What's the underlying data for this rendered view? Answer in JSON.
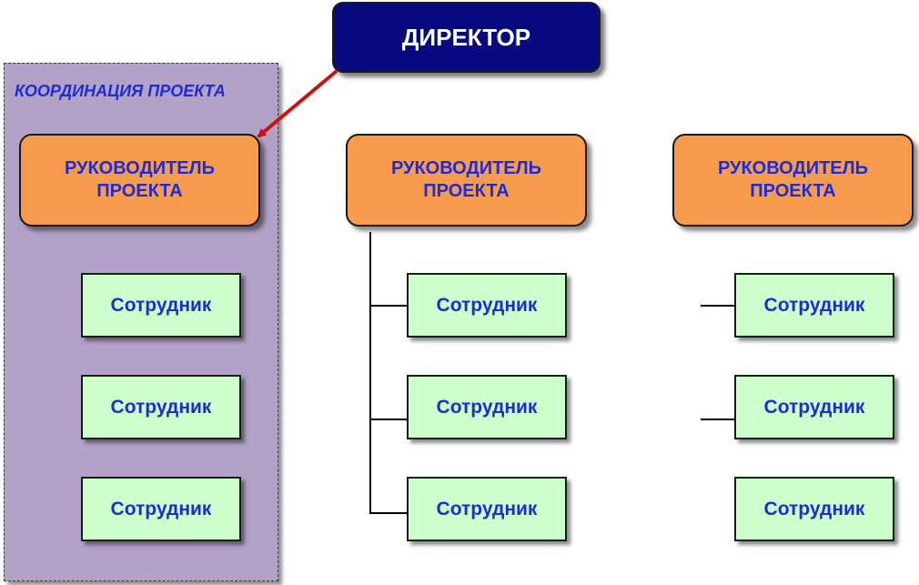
{
  "director": {
    "label": "ДИРЕКТОР"
  },
  "coordination": {
    "label": "КООРДИНАЦИЯ ПРОЕКТА"
  },
  "managers": [
    {
      "label": "РУКОВОДИТЕЛЬ\nПРОЕКТА"
    },
    {
      "label": "РУКОВОДИТЕЛЬ\nПРОЕКТА"
    },
    {
      "label": "РУКОВОДИТЕЛЬ\nПРОЕКТА"
    }
  ],
  "employee_label": "Сотрудник",
  "colors": {
    "director_fill": "#0a0a80",
    "manager_fill": "#f69c4c",
    "employee_fill": "#ccffcc",
    "coordination_fill": "#b3a2c7",
    "text_blue": "#1f2bd6",
    "arrow": "#cc1111"
  }
}
